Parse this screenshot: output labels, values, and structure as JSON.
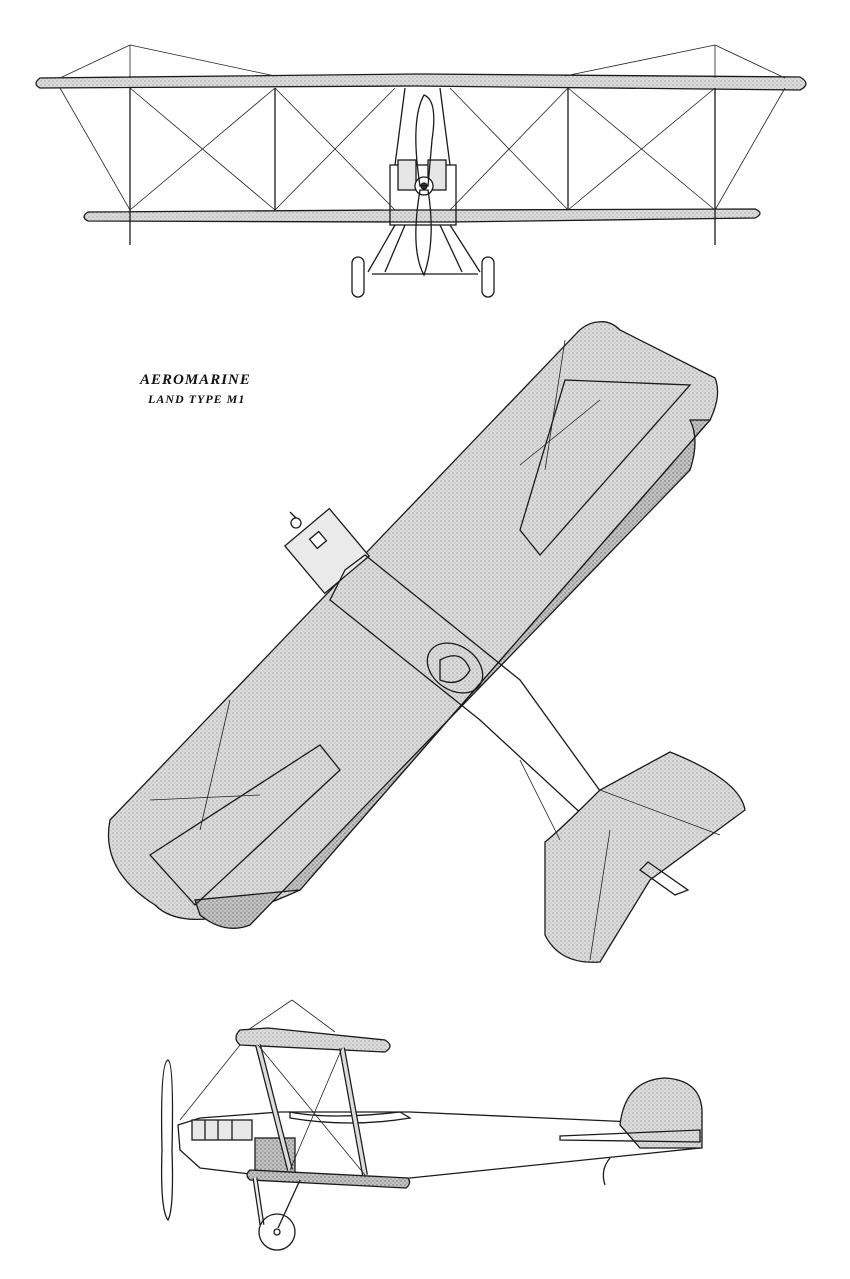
{
  "title": {
    "line1": "AEROMARINE",
    "line2": "LAND TYPE M1"
  },
  "colors": {
    "ink": "#1a1a1a",
    "fabric": "#d9d9d9",
    "fabric_dark": "#bdbdbd",
    "paper": "#ffffff"
  },
  "views": [
    "front-view",
    "plan-view",
    "side-view"
  ]
}
